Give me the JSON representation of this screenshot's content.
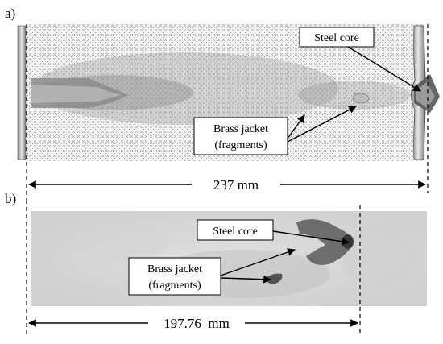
{
  "panel_a": {
    "label": "a)",
    "callouts": {
      "steel_core": "Steel core",
      "brass_jacket_line1": "Brass jacket",
      "brass_jacket_line2": "(fragments)"
    },
    "dimension": "237 mm"
  },
  "panel_b": {
    "label": "b)",
    "callouts": {
      "steel_core": "Steel core",
      "brass_jacket_line1": "Brass jacket",
      "brass_jacket_line2": "(fragments)"
    },
    "dimension": "197.76  mm"
  }
}
